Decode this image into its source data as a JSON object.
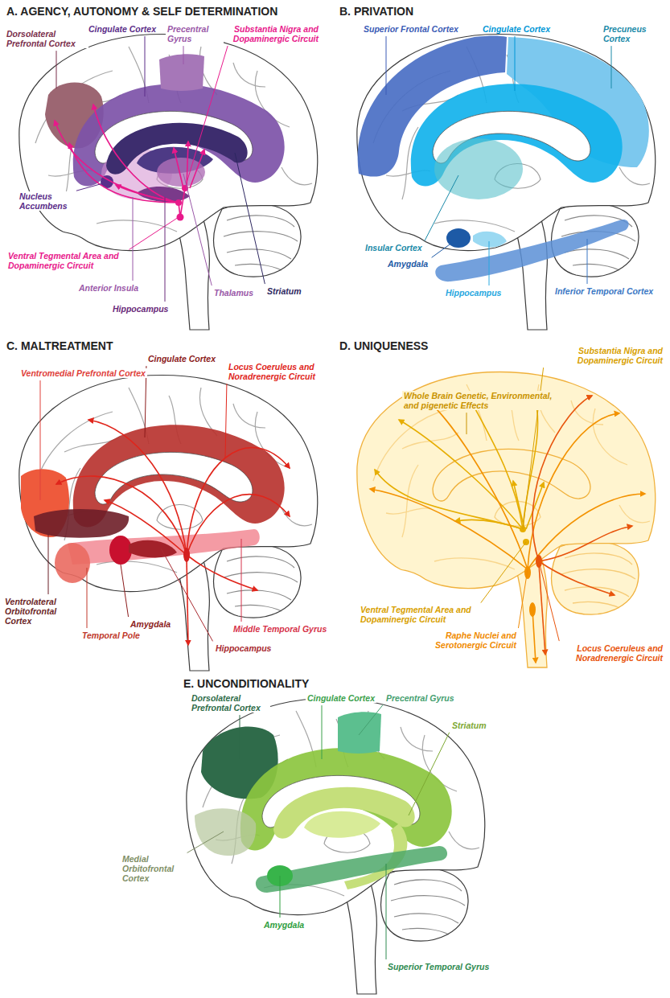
{
  "diagram": {
    "labels": [
      "A. AGENCY, AUTONOMY & SELF DETERMINATION",
      "Dorsolateral Prefrontal Cortex",
      "Cingulate Cortex",
      "Precentral Gyrus",
      "Substantia Nigra and Dopaminergic Circuit",
      "Nucleus Accumbens",
      "Ventral Tegmental Area and Dopaminergic Circuit",
      "Anterior Insula",
      "Hippocampus",
      "Thalamus",
      "Striatum",
      "B. PRIVATION",
      "Superior Frontal Cortex",
      "Cingulate Cortex",
      "Precuneus Cortex",
      "Insular Cortex",
      "Amygdala",
      "Hippocampus",
      "Inferior Temporal Cortex",
      "C. MALTREATMENT",
      "Ventromedial Prefrontal Cortex",
      "Cingulate Cortex",
      "Locus Coeruleus and Noradrenergic Circuit",
      "Ventrolateral Orbitofrontal Cortex",
      "Temporal Pole",
      "Amygdala",
      "Hippocampus",
      "Middle Temporal Gyrus",
      "D. UNIQUENESS",
      "Whole Brain Genetic, Environmental, and pigenetic Effects",
      "Substantia Nigra and Dopaminergic Circuit",
      "Ventral Tegmental Area and Dopaminergic Circuit",
      "Raphe Nuclei and Serotonergic Circuit",
      "Locus Coeruleus and Noradrenergic Circuit",
      "E. UNCONDITIONALITY",
      "Dorsolateral Prefrontal Cortex",
      "Cingulate Cortex",
      "Precentral Gyrus",
      "Striatum",
      "Medial Orbitofrontal Cortex",
      "Amygdala",
      "Superior Temporal Gyrus"
    ]
  }
}
